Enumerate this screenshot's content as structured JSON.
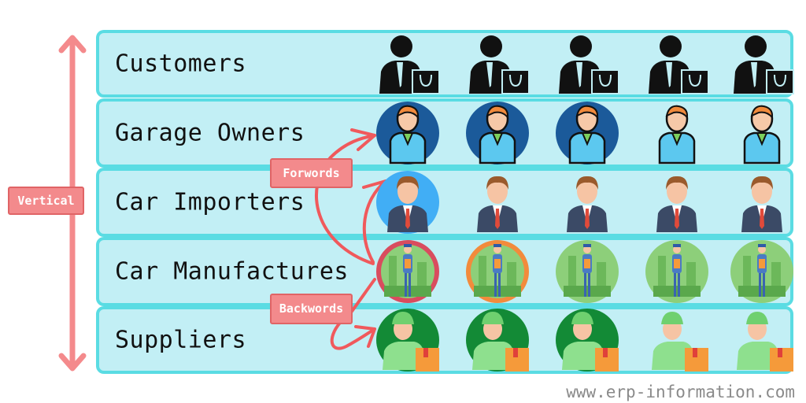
{
  "diagram": {
    "rows": [
      {
        "label": "Customers",
        "icon": "customer-icon",
        "circles": [
          null,
          null,
          null,
          null,
          null
        ]
      },
      {
        "label": "Garage Owners",
        "icon": "garage-owner-icon",
        "circles": [
          "#1b5a9a",
          "#1b5a9a",
          "#1b5a9a",
          null,
          null
        ]
      },
      {
        "label": "Car Importers",
        "icon": "car-importer-icon",
        "circles": [
          "#41aef5",
          null,
          null,
          null,
          null
        ]
      },
      {
        "label": "Car Manufactures",
        "icon": "manufacturer-icon",
        "circles": [
          "#8dcf7a",
          "#8dcf7a",
          "#8dcf7a",
          "#8dcf7a",
          "#8dcf7a"
        ],
        "rings": [
          "#d94c5e",
          "#f28b3c",
          null,
          null,
          null
        ]
      },
      {
        "label": "Suppliers",
        "icon": "supplier-icon",
        "circles": [
          "#138a36",
          "#138a36",
          "#138a36",
          null,
          null
        ]
      }
    ],
    "vertical_label": "Vertical",
    "forwards_label": "Forwords",
    "backwards_label": "Backwords",
    "watermark": "www.erp-information.com",
    "colors": {
      "row_fill": "#c2eff5",
      "row_border": "#5adce3",
      "arrow": "#f0595c",
      "vertical_arrow": "#f48a8c"
    }
  }
}
